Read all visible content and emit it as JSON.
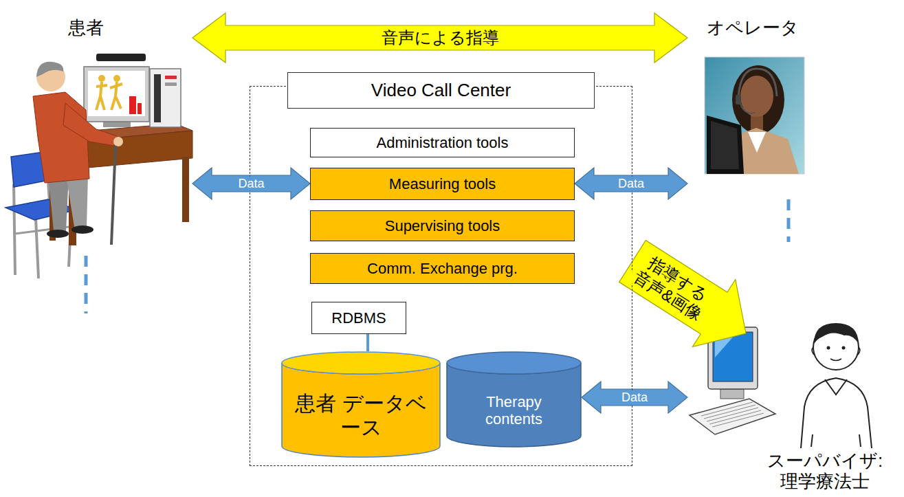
{
  "diagram": {
    "nodes": [
      {
        "text": [
          "患者"
        ]
      },
      {
        "text": [
          "オペレータ"
        ]
      },
      {
        "text": [
          "Video Call Center"
        ]
      },
      {
        "text": [
          "Administration tools"
        ],
        "in": 2
      },
      {
        "text": [
          "Measuring tools"
        ],
        "in": 2
      },
      {
        "text": [
          "Supervising tools"
        ],
        "in": 2
      },
      {
        "text": [
          "Comm. Exchange prg."
        ],
        "in": 2
      },
      {
        "text": [
          "RDBMS"
        ],
        "in": 2
      },
      {
        "text": [
          "患者 データベース"
        ],
        "in": 2
      },
      {
        "text": [
          "Therapy contents"
        ],
        "in": 2
      },
      {
        "text": [
          "スーパバイザ: 理学療法士"
        ]
      }
    ],
    "edges": [
      {
        "from": 0,
        "to": 1,
        "arrow": "both",
        "label": "音声による指導"
      },
      {
        "from": 0,
        "to": 4,
        "arrow": "both",
        "label": "Data"
      },
      {
        "from": 4,
        "to": 1,
        "arrow": "both",
        "label": "Data"
      },
      {
        "from": 2,
        "to": 10,
        "arrow": "to",
        "label": "指導する音声&画像"
      },
      {
        "from": 7,
        "to": 8,
        "arrow": "none"
      },
      {
        "from": 9,
        "to": 10,
        "arrow": "both",
        "label": "Data"
      }
    ]
  }
}
